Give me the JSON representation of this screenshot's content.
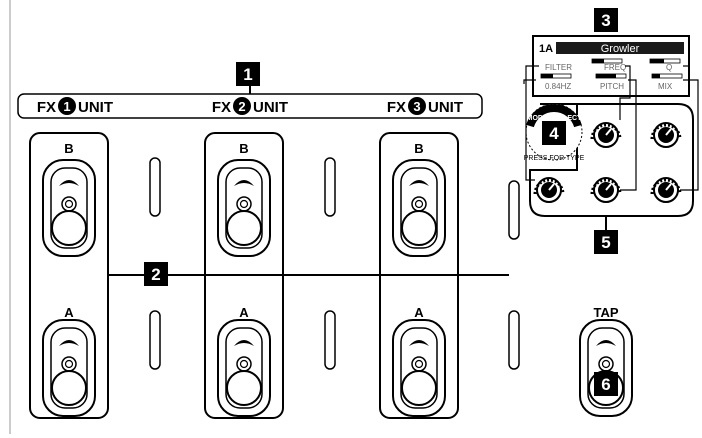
{
  "callouts": {
    "c1": "1",
    "c2": "2",
    "c3": "3",
    "c4": "4",
    "c5": "5",
    "c6": "6"
  },
  "fx_units": [
    {
      "prefix": "FX",
      "number": "1",
      "suffix": "UNIT"
    },
    {
      "prefix": "FX",
      "number": "2",
      "suffix": "UNIT"
    },
    {
      "prefix": "FX",
      "number": "3",
      "suffix": "UNIT"
    }
  ],
  "switch_labels": {
    "b": "B",
    "a": "A",
    "tap": "TAP"
  },
  "display": {
    "preset": "1A",
    "model_name": "Growler",
    "params": {
      "filter": "FILTER",
      "freq": "FREQ",
      "q": "Q",
      "value": "0.84HZ",
      "pitch": "PITCH",
      "mix": "MIX"
    }
  },
  "model_select": {
    "top": "MODEL SELECT",
    "bottom": "PRESS FOR TYPE"
  },
  "colors": {
    "ink": "#000000",
    "background": "#ffffff",
    "screen": "#1a1a1a",
    "gray_line": "#999999"
  }
}
